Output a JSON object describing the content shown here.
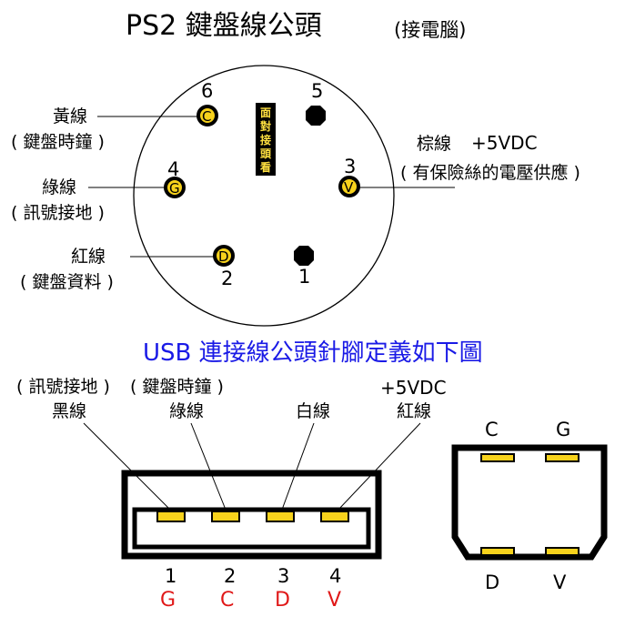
{
  "ps2": {
    "title": "PS2 鍵盤線公頭",
    "title_note": "(接電腦)",
    "face_label": "面對接頭看",
    "pins": [
      {
        "num": "6",
        "letter": "C"
      },
      {
        "num": "5",
        "letter": ""
      },
      {
        "num": "4",
        "letter": "G"
      },
      {
        "num": "3",
        "letter": "V"
      },
      {
        "num": "2",
        "letter": "D"
      },
      {
        "num": "1",
        "letter": ""
      }
    ],
    "wires": {
      "yellow": {
        "name": "黃線",
        "desc": "( 鍵盤時鐘 )"
      },
      "green": {
        "name": "綠線",
        "desc": "( 訊號接地 )"
      },
      "red": {
        "name": "紅線",
        "desc": "( 鍵盤資料 )"
      },
      "brown": {
        "name": "棕線",
        "voltage": "+5VDC",
        "desc": "( 有保險絲的電壓供應 )"
      }
    }
  },
  "usb": {
    "title": "USB 連接線公頭針腳定義如下圖",
    "wire_labels": [
      {
        "desc": "( 訊號接地 )",
        "name": "黑線"
      },
      {
        "desc": "( 鍵盤時鐘 )",
        "name": "綠線"
      },
      {
        "desc": "",
        "name": "白線"
      },
      {
        "desc": "+5VDC",
        "name": "紅線"
      }
    ],
    "pins": [
      {
        "num": "1",
        "letter": "G"
      },
      {
        "num": "2",
        "letter": "C"
      },
      {
        "num": "3",
        "letter": "D"
      },
      {
        "num": "4",
        "letter": "V"
      }
    ],
    "end_view": {
      "top_left": "C",
      "top_right": "G",
      "bottom_left": "D",
      "bottom_right": "V"
    }
  },
  "colors": {
    "pin_fill": "#f7d21c",
    "usb_title": "#1a1ae6",
    "pin_letter_red": "#e01818"
  }
}
